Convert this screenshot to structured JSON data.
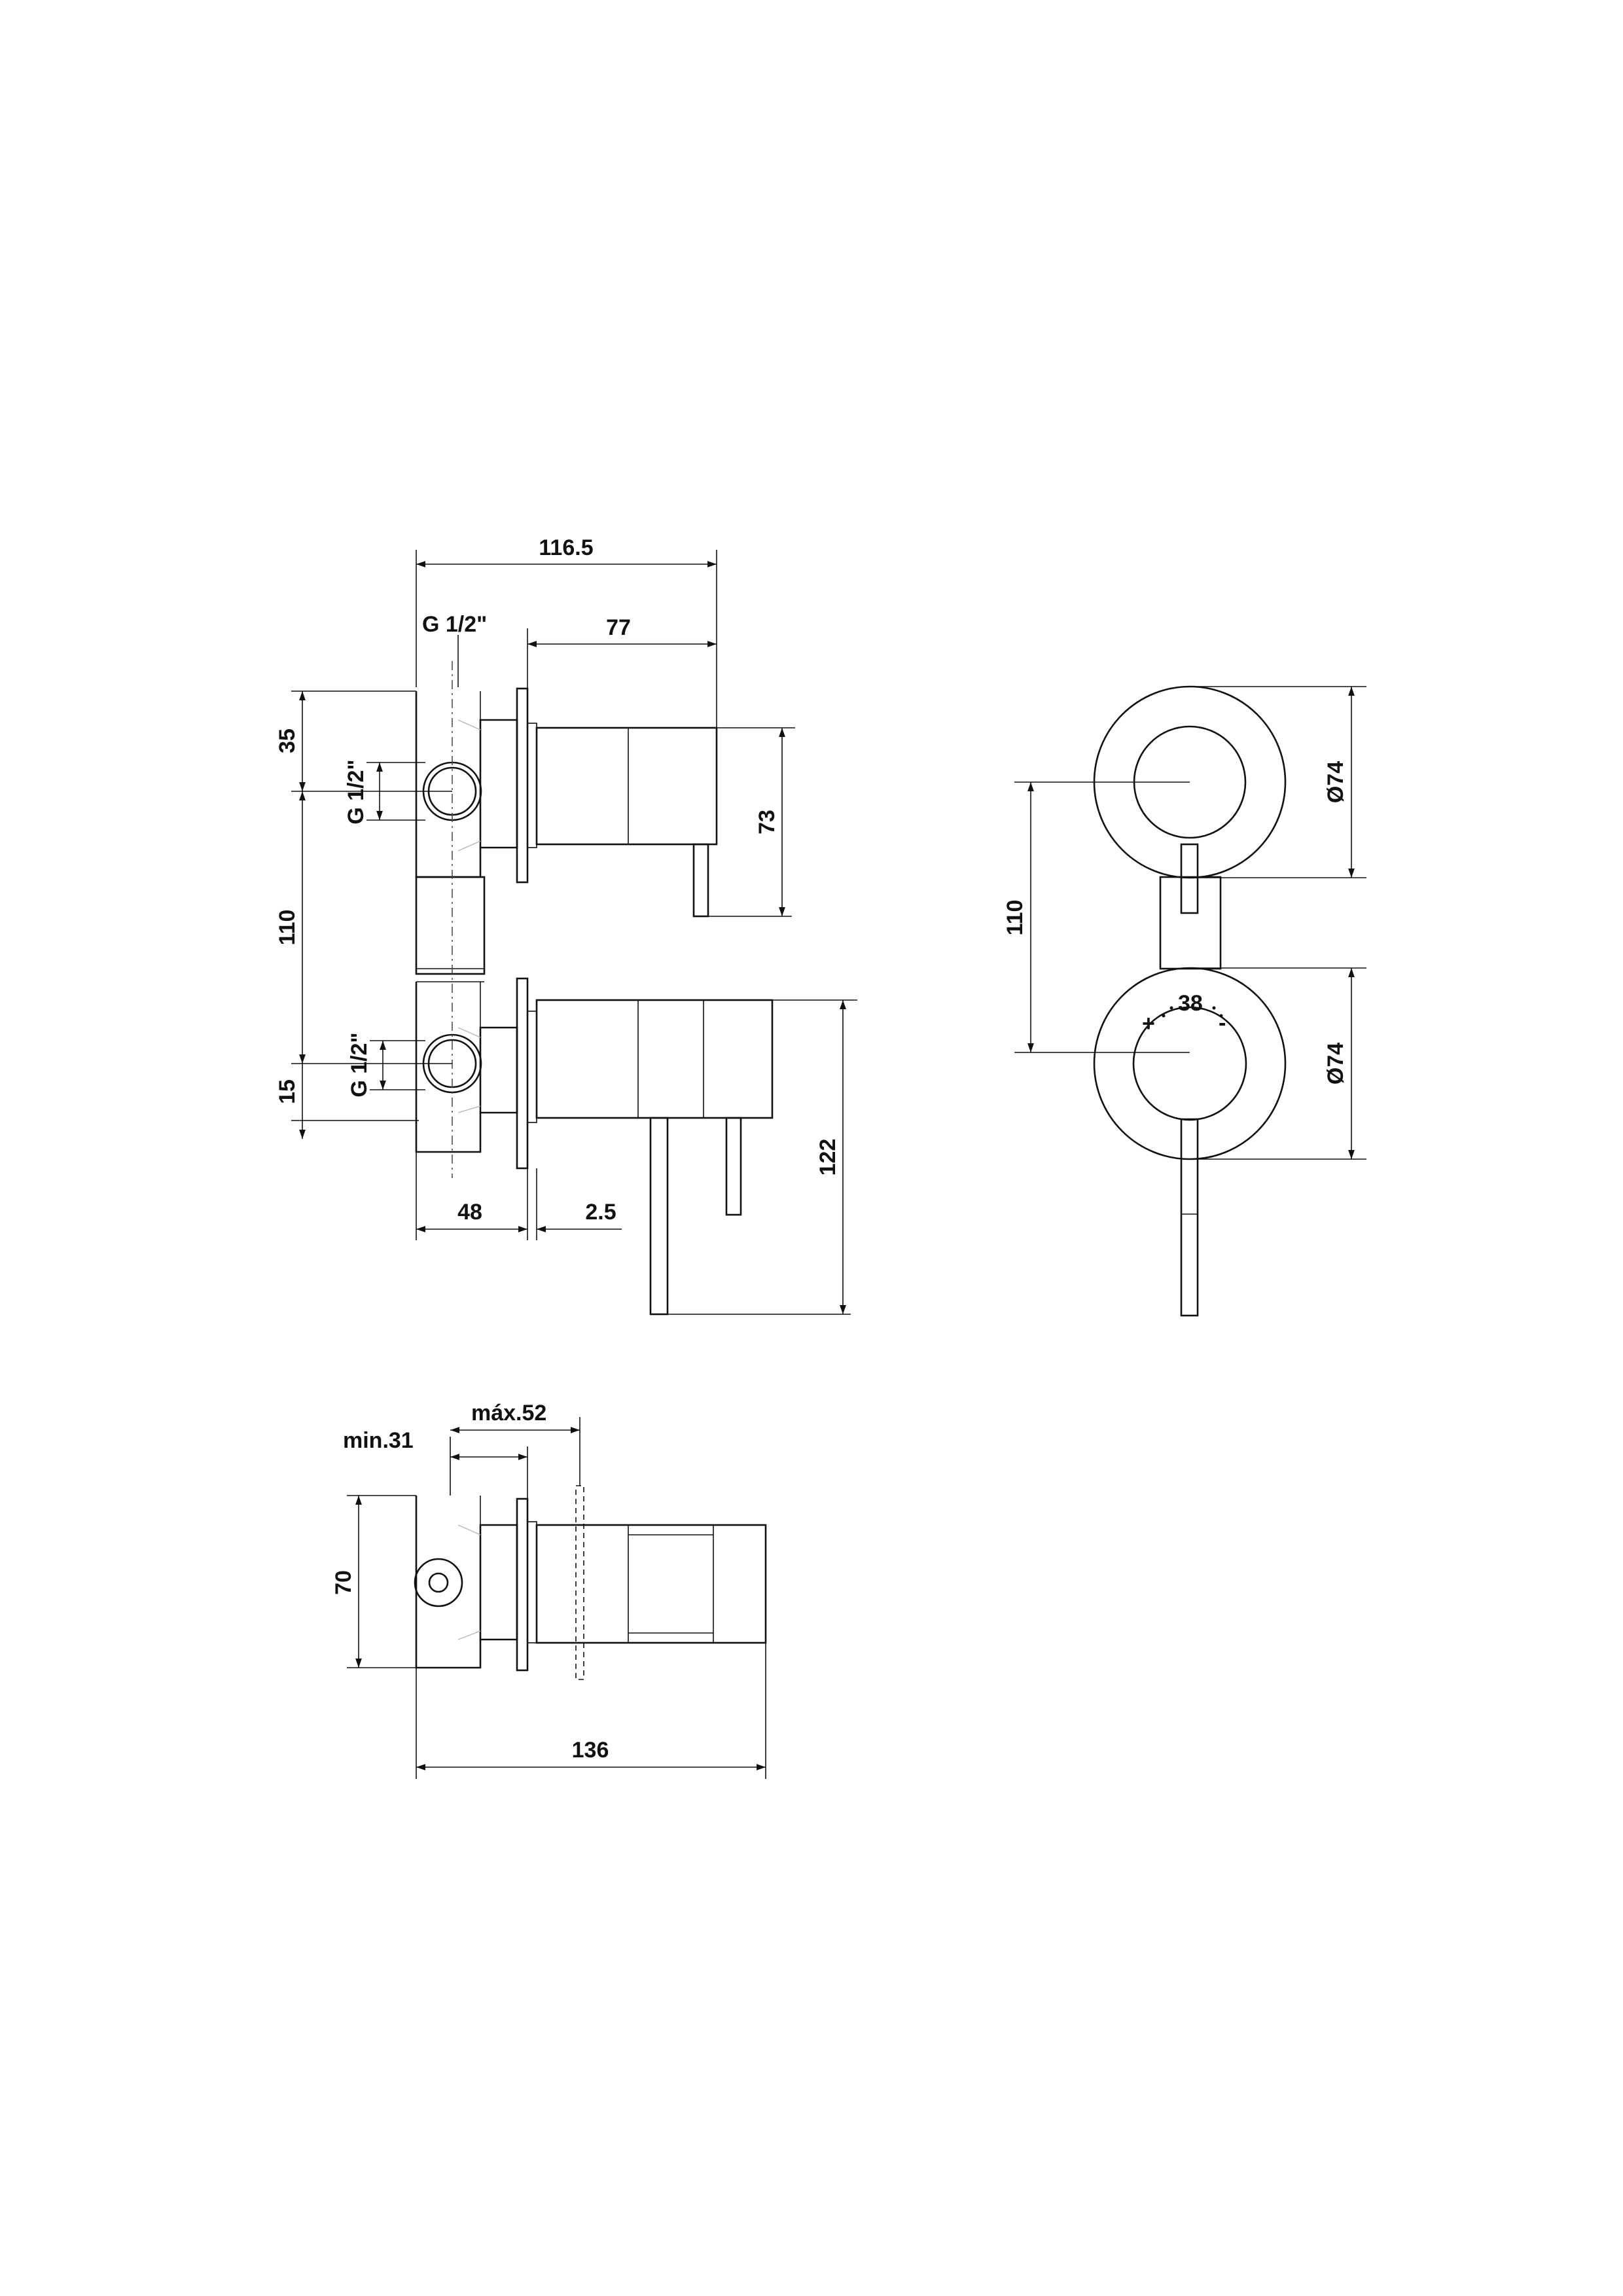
{
  "dimensions": {
    "overall_depth": "116.5",
    "lever_depth": "77",
    "thread_top": "G 1/2\"",
    "thread_upper_inlet": "G 1/2\"",
    "thread_lower_inlet": "G 1/2\"",
    "inlet_offset_top": "35",
    "upper_height": "73",
    "center_distance": "110",
    "inlet_offset_bottom": "15",
    "lower_height": "122",
    "body_depth": "48",
    "plate_thickness": "2.5",
    "front_center_distance": "110",
    "front_diameter_top": "Ø74",
    "front_diameter_bottom": "Ø74",
    "temp_value": "38",
    "temp_plus": "+",
    "temp_minus": "-",
    "min_depth": "min.31",
    "max_depth": "máx.52",
    "section_height": "70",
    "section_total": "136"
  }
}
